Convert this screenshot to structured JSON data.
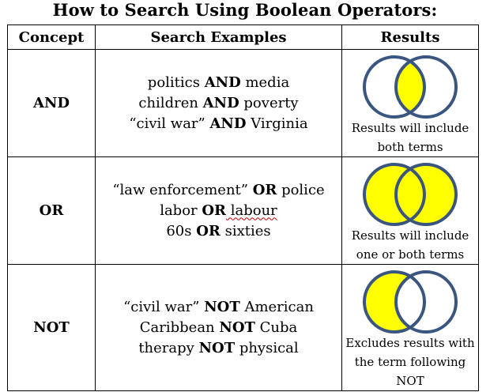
{
  "title": "How to Search Using Boolean Operators:",
  "headers": {
    "concept": "Concept",
    "examples": "Search Examples",
    "results": "Results"
  },
  "rows": [
    {
      "concept": "AND",
      "examples": [
        {
          "a": "politics ",
          "op": "AND",
          "b": " media"
        },
        {
          "a": "children ",
          "op": "AND",
          "b": " poverty"
        },
        {
          "a": "“civil war” ",
          "op": "AND",
          "b": " Virginia"
        }
      ],
      "result": "Results will include both terms",
      "venn": "intersection"
    },
    {
      "concept": "OR",
      "examples": [
        {
          "a": "“law enforcement” ",
          "op": "OR",
          "b": " police"
        },
        {
          "a": "labor ",
          "op": "OR",
          "b": " labour"
        },
        {
          "a": "60s ",
          "op": "OR",
          "b": " sixties"
        }
      ],
      "result": "Results will include one or both terms",
      "venn": "union"
    },
    {
      "concept": "NOT",
      "examples": [
        {
          "a": "“civil war” ",
          "op": "NOT",
          "b": " American"
        },
        {
          "a": "Caribbean ",
          "op": "NOT",
          "b": " Cuba"
        },
        {
          "a": "therapy ",
          "op": "NOT",
          "b": " physical"
        }
      ],
      "result": "Excludes results with the term following NOT",
      "venn": "difference"
    }
  ],
  "colors": {
    "fill": "#ffff00",
    "stroke": "#3a5680",
    "spellcheck": "#c00000"
  }
}
